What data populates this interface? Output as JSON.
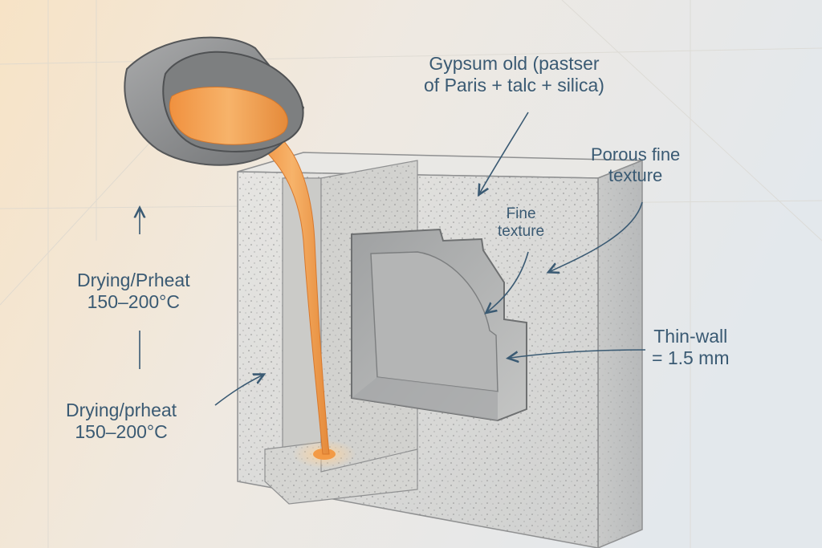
{
  "labels": {
    "gypsum": {
      "line1": "Gypsum old (pastser",
      "line2": "of Paris + talc + silica)"
    },
    "porous": {
      "line1": "Porous  fine",
      "line2": "texture"
    },
    "fine": {
      "line1": "Fine",
      "line2": "texture"
    },
    "thinwall": {
      "line1": "Thin-wall",
      "line2": "= 1.5 mm"
    },
    "drying_upper": {
      "line1": "Drying/Prheat",
      "line2": "150–200°C"
    },
    "drying_lower": {
      "line1": "Drying/prheat",
      "line2": "150–200°C"
    }
  },
  "colors": {
    "label_text": "#3a5a73",
    "arrow": "#3a5a73",
    "molten_metal": "#f2a25a",
    "mold_body": "#dcdcda",
    "ladle": "#8e8f90",
    "background_warm": "#f6e6cf",
    "background_cool": "#e6ebee"
  }
}
